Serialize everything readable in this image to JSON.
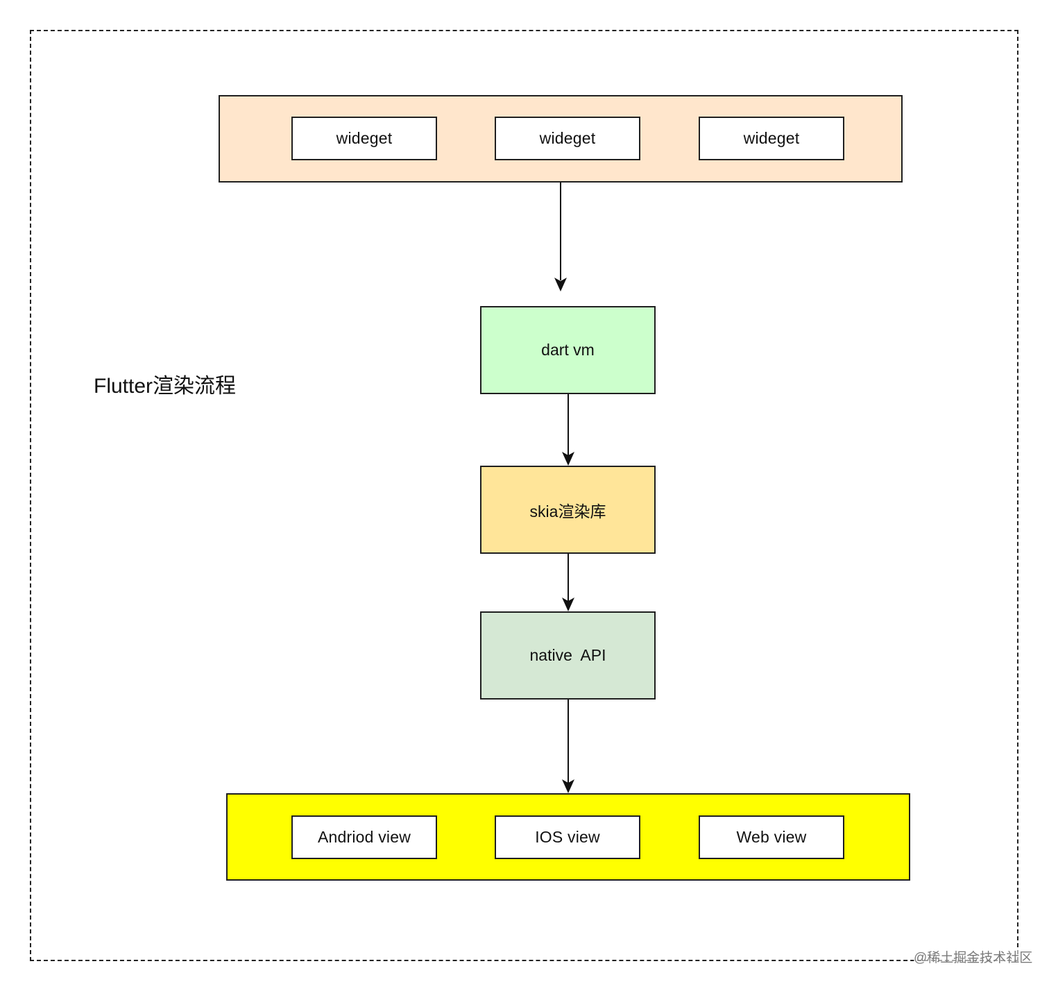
{
  "title": "Flutter渲染流程",
  "watermark": "@稀土掘金技术社区",
  "colors": {
    "widget_layer_bg": "#FFE6CC",
    "dart_vm_bg": "#CCFFCC",
    "skia_bg": "#FFE599",
    "native_api_bg": "#D5E8D4",
    "platform_layer_bg": "#FFFF00",
    "stroke": "#1F1F1F",
    "frame": "#222222"
  },
  "widget_layer": {
    "items": [
      "wideget",
      "wideget",
      "wideget"
    ]
  },
  "nodes": {
    "dart_vm": "dart vm",
    "skia": "skia渲染库",
    "native_api": "native  API"
  },
  "platform_layer": {
    "items": [
      "Andriod view",
      "IOS view",
      "Web view"
    ]
  },
  "flow": [
    {
      "from": "widget_layer",
      "to": "dart_vm"
    },
    {
      "from": "dart_vm",
      "to": "skia"
    },
    {
      "from": "skia",
      "to": "native_api"
    },
    {
      "from": "native_api",
      "to": "platform_layer"
    }
  ]
}
